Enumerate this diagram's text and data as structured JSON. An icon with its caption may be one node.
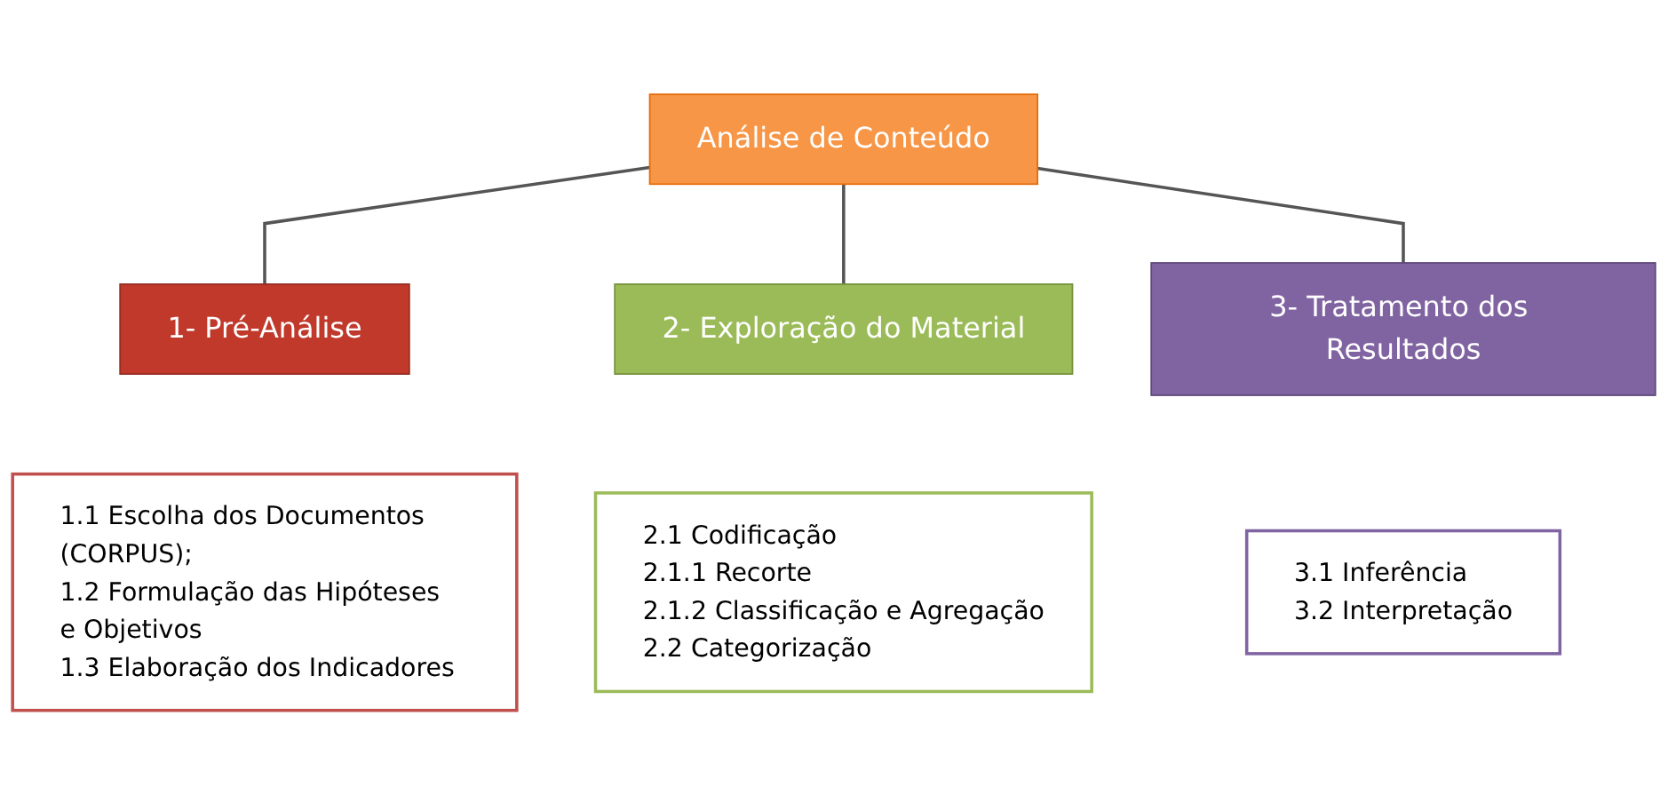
{
  "diagram": {
    "nodes": [
      {
        "text": [
          "Análise de Conteúdo"
        ]
      },
      {
        "text": [
          "1- Pré-Análise"
        ]
      },
      {
        "text": [
          "2- Exploração do Material"
        ]
      },
      {
        "text": [
          "3- Tratamento dos Resultados"
        ]
      },
      {
        "text": [
          "1.1 Escolha dos Documentos (CORPUS);",
          "1.2 Formulação das Hipóteses e Objetivos",
          "1.3 Elaboração dos Indicadores"
        ]
      },
      {
        "text": [
          "2.1 Codificação",
          "2.1.1 Recorte",
          "2.1.2 Classificação e Agregação",
          "2.2 Categorização"
        ]
      },
      {
        "text": [
          "3.1 Inferência",
          "3.2 Interpretação"
        ]
      }
    ],
    "edges": [
      {
        "from": 0,
        "to": 1,
        "arrow": "none"
      },
      {
        "from": 0,
        "to": 2,
        "arrow": "none"
      },
      {
        "from": 0,
        "to": 3,
        "arrow": "none"
      }
    ]
  }
}
